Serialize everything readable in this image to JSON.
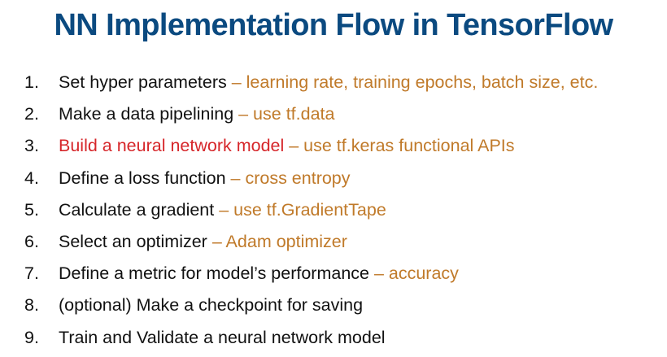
{
  "title": "NN Implementation Flow in TensorFlow",
  "colors": {
    "title": "#0b4a80",
    "detail": "#c07a2a",
    "highlight": "#d6262a",
    "text": "#111111"
  },
  "items": [
    {
      "num": "1.",
      "main": "Set hyper parameters",
      "detail": " – learning rate, training epochs, batch size, etc.",
      "highlight": false
    },
    {
      "num": "2.",
      "main": "Make a data pipelining",
      "detail": " – use tf.data",
      "highlight": false
    },
    {
      "num": "3.",
      "main": "Build a neural network model",
      "detail": " – use tf.keras functional APIs",
      "highlight": true
    },
    {
      "num": "4.",
      "main": "Define a loss function",
      "detail": " – cross entropy",
      "highlight": false
    },
    {
      "num": "5.",
      "main": "Calculate a gradient",
      "detail": " – use tf.GradientTape",
      "highlight": false
    },
    {
      "num": "6.",
      "main": "Select an optimizer",
      "detail": " – Adam optimizer",
      "highlight": false
    },
    {
      "num": "7.",
      "main": "Define a metric for model’s performance",
      "detail": " – accuracy",
      "highlight": false
    },
    {
      "num": "8.",
      "main": "(optional) Make a checkpoint for saving",
      "detail": "",
      "highlight": false
    },
    {
      "num": "9.",
      "main": "Train and Validate a neural network model",
      "detail": "",
      "highlight": false
    }
  ]
}
